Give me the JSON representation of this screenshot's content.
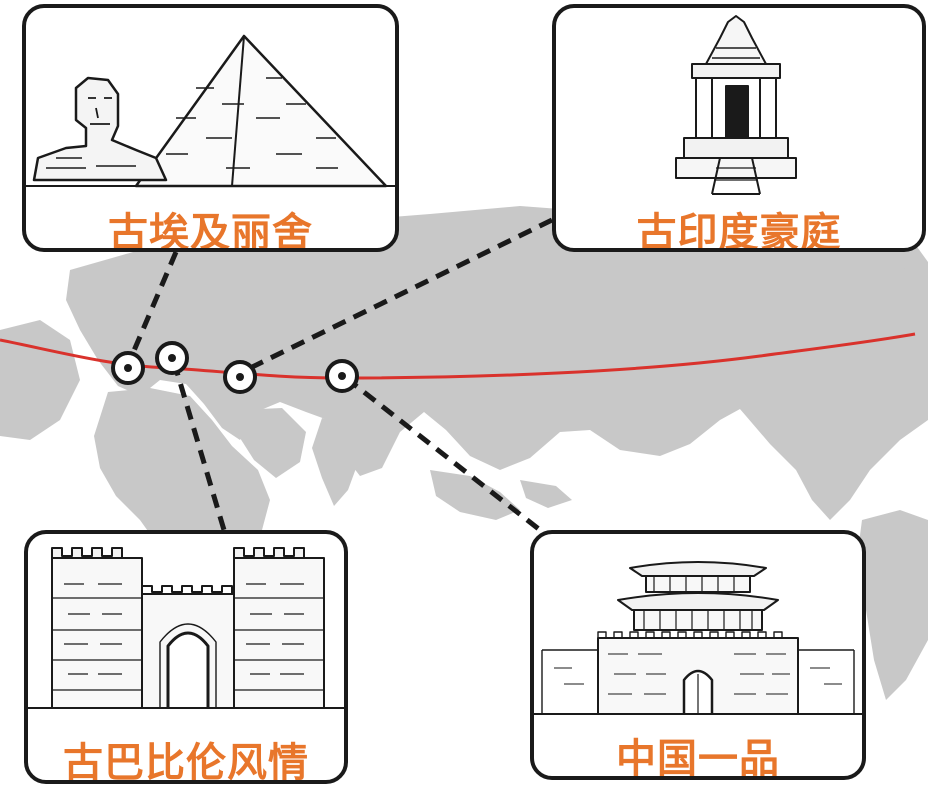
{
  "colors": {
    "accent": "#e8762b",
    "route": "#d9322c",
    "land": "#c8c8c8",
    "ink": "#1a1a1a"
  },
  "cards": {
    "egypt": {
      "label": "古埃及丽舍"
    },
    "india": {
      "label": "古印度豪庭"
    },
    "babylon": {
      "label": "古巴比伦风情"
    },
    "china": {
      "label": "中国一品"
    }
  }
}
